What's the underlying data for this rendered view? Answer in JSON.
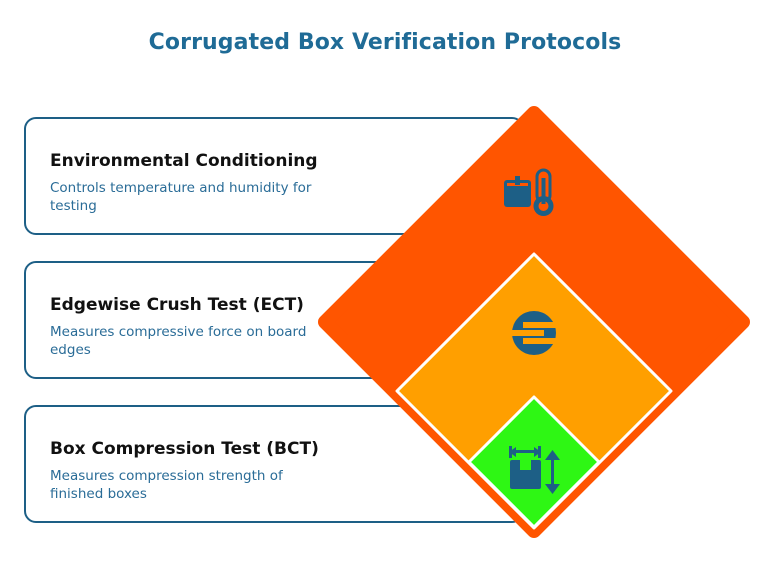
{
  "title": "Corrugated Box Verification Protocols",
  "colors": {
    "title": "#1f6b96",
    "card_border": "#1d5f86",
    "description": "#2a6c97",
    "icon": "#1d5f86",
    "layer_environmental": "#ff5500",
    "layer_ect": "#ff9f00",
    "layer_bct": "#2ef714"
  },
  "items": [
    {
      "heading": "Environmental Conditioning",
      "description": "Controls temperature and humidity for testing",
      "icon": "box-thermometer-icon"
    },
    {
      "heading": "Edgewise Crush Test (ECT)",
      "description": "Measures compressive force on board edges",
      "icon": "edge-crush-icon"
    },
    {
      "heading": "Box Compression Test (BCT)",
      "description": "Measures compression strength of finished boxes",
      "icon": "box-compression-icon"
    }
  ]
}
